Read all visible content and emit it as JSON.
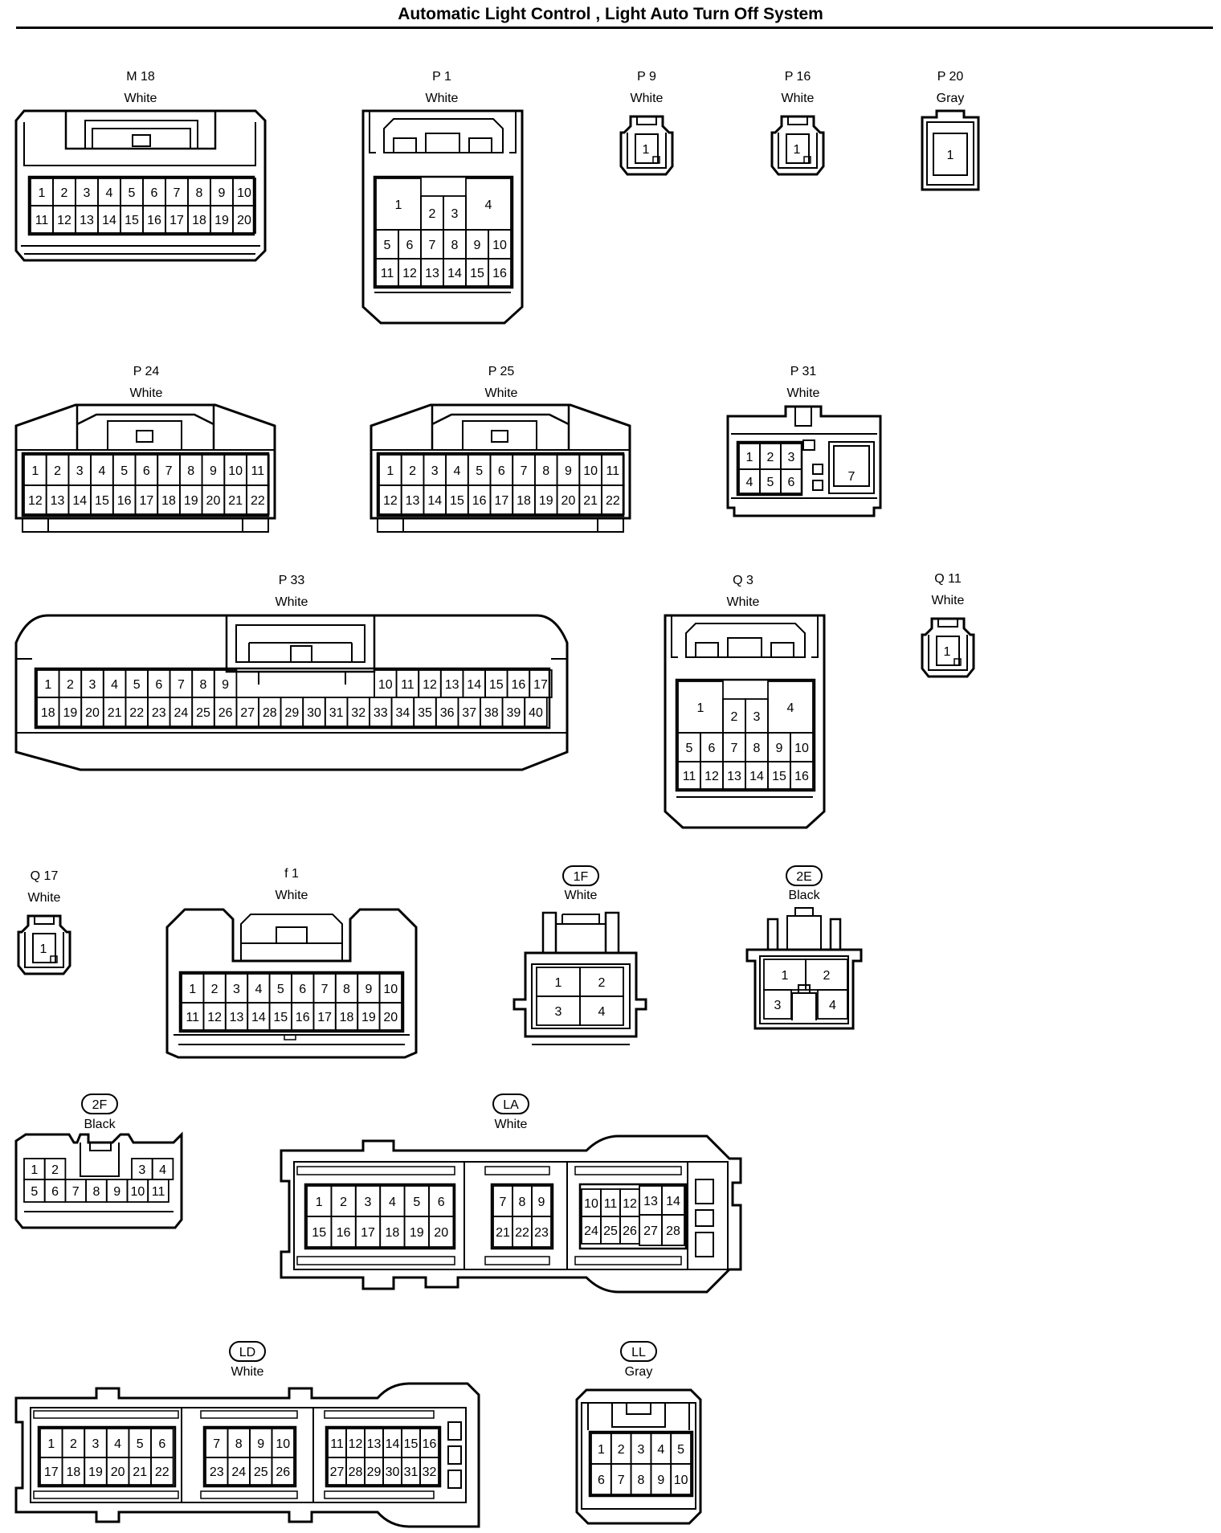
{
  "title": "Automatic Light Control , Light Auto Turn Off System",
  "connectors": [
    {
      "id": "M18",
      "code": "M 18",
      "color": "White",
      "pins": 20,
      "rows": [
        [
          "1",
          "2",
          "3",
          "4",
          "5",
          "6",
          "7",
          "8",
          "9",
          "10"
        ],
        [
          "11",
          "12",
          "13",
          "14",
          "15",
          "16",
          "17",
          "18",
          "19",
          "20"
        ]
      ]
    },
    {
      "id": "P1",
      "code": "P 1",
      "color": "White",
      "pins": 16,
      "rows": [
        [
          "1",
          "2",
          "3",
          "4"
        ],
        [
          "5",
          "6",
          "7",
          "8",
          "9",
          "10"
        ],
        [
          "11",
          "12",
          "13",
          "14",
          "15",
          "16"
        ]
      ]
    },
    {
      "id": "P9",
      "code": "P 9",
      "color": "White",
      "pins": 1,
      "rows": [
        [
          "1"
        ]
      ]
    },
    {
      "id": "P16",
      "code": "P 16",
      "color": "White",
      "pins": 1,
      "rows": [
        [
          "1"
        ]
      ]
    },
    {
      "id": "P20",
      "code": "P 20",
      "color": "Gray",
      "pins": 1,
      "rows": [
        [
          "1"
        ]
      ]
    },
    {
      "id": "P24",
      "code": "P 24",
      "color": "White",
      "pins": 22,
      "rows": [
        [
          "1",
          "2",
          "3",
          "4",
          "5",
          "6",
          "7",
          "8",
          "9",
          "10",
          "11"
        ],
        [
          "12",
          "13",
          "14",
          "15",
          "16",
          "17",
          "18",
          "19",
          "20",
          "21",
          "22"
        ]
      ]
    },
    {
      "id": "P25",
      "code": "P 25",
      "color": "White",
      "pins": 22,
      "rows": [
        [
          "1",
          "2",
          "3",
          "4",
          "5",
          "6",
          "7",
          "8",
          "9",
          "10",
          "11"
        ],
        [
          "12",
          "13",
          "14",
          "15",
          "16",
          "17",
          "18",
          "19",
          "20",
          "21",
          "22"
        ]
      ]
    },
    {
      "id": "P31",
      "code": "P 31",
      "color": "White",
      "pins": 7,
      "rows": [
        [
          "1",
          "2",
          "3"
        ],
        [
          "4",
          "5",
          "6"
        ],
        [
          "7"
        ]
      ]
    },
    {
      "id": "P33",
      "code": "P 33",
      "color": "White",
      "pins": 40,
      "rows": [
        [
          "1",
          "2",
          "3",
          "4",
          "5",
          "6",
          "7",
          "8",
          "9"
        ],
        [
          "10",
          "11",
          "12",
          "13",
          "14",
          "15",
          "16",
          "17"
        ],
        [
          "18",
          "19",
          "20",
          "21",
          "22",
          "23",
          "24",
          "25",
          "26",
          "27",
          "28",
          "29",
          "30",
          "31",
          "32",
          "33",
          "34",
          "35",
          "36",
          "37",
          "38",
          "39",
          "40"
        ]
      ]
    },
    {
      "id": "Q3",
      "code": "Q 3",
      "color": "White",
      "pins": 16,
      "rows": [
        [
          "1",
          "2",
          "3",
          "4"
        ],
        [
          "5",
          "6",
          "7",
          "8",
          "9",
          "10"
        ],
        [
          "11",
          "12",
          "13",
          "14",
          "15",
          "16"
        ]
      ]
    },
    {
      "id": "Q11",
      "code": "Q 11",
      "color": "White",
      "pins": 1,
      "rows": [
        [
          "1"
        ]
      ]
    },
    {
      "id": "Q17",
      "code": "Q 17",
      "color": "White",
      "pins": 1,
      "rows": [
        [
          "1"
        ]
      ]
    },
    {
      "id": "f1",
      "code": "f 1",
      "color": "White",
      "pins": 20,
      "rows": [
        [
          "1",
          "2",
          "3",
          "4",
          "5",
          "6",
          "7",
          "8",
          "9",
          "10"
        ],
        [
          "11",
          "12",
          "13",
          "14",
          "15",
          "16",
          "17",
          "18",
          "19",
          "20"
        ]
      ]
    },
    {
      "id": "1F",
      "code": "1F",
      "color": "White",
      "pins": 4,
      "rows": [
        [
          "1",
          "2"
        ],
        [
          "3",
          "4"
        ]
      ]
    },
    {
      "id": "2E",
      "code": "2E",
      "color": "Black",
      "pins": 4,
      "rows": [
        [
          "1",
          "2"
        ],
        [
          "3",
          "4"
        ]
      ]
    },
    {
      "id": "2F",
      "code": "2F",
      "color": "Black",
      "pins": 11,
      "rows": [
        [
          "1",
          "2"
        ],
        [
          "3",
          "4"
        ],
        [
          "5",
          "6",
          "7",
          "8",
          "9",
          "10",
          "11"
        ]
      ]
    },
    {
      "id": "LA",
      "code": "LA",
      "color": "White",
      "pins": 28,
      "rows": [
        [
          "1",
          "2",
          "3",
          "4",
          "5",
          "6"
        ],
        [
          "15",
          "16",
          "17",
          "18",
          "19",
          "20"
        ],
        [
          "7",
          "8",
          "9"
        ],
        [
          "21",
          "22",
          "23"
        ],
        [
          "10",
          "11",
          "12",
          "13",
          "14"
        ],
        [
          "24",
          "25",
          "26",
          "27",
          "28"
        ]
      ]
    },
    {
      "id": "LD",
      "code": "LD",
      "color": "White",
      "pins": 32,
      "rows": [
        [
          "1",
          "2",
          "3",
          "4",
          "5",
          "6"
        ],
        [
          "17",
          "18",
          "19",
          "20",
          "21",
          "22"
        ],
        [
          "7",
          "8",
          "9",
          "10"
        ],
        [
          "23",
          "24",
          "25",
          "26"
        ],
        [
          "11",
          "12",
          "13",
          "14",
          "15",
          "16"
        ],
        [
          "27",
          "28",
          "29",
          "30",
          "31",
          "32"
        ]
      ]
    },
    {
      "id": "LL",
      "code": "LL",
      "color": "Gray",
      "pins": 10,
      "rows": [
        [
          "1",
          "2",
          "3",
          "4",
          "5"
        ],
        [
          "6",
          "7",
          "8",
          "9",
          "10"
        ]
      ]
    }
  ]
}
